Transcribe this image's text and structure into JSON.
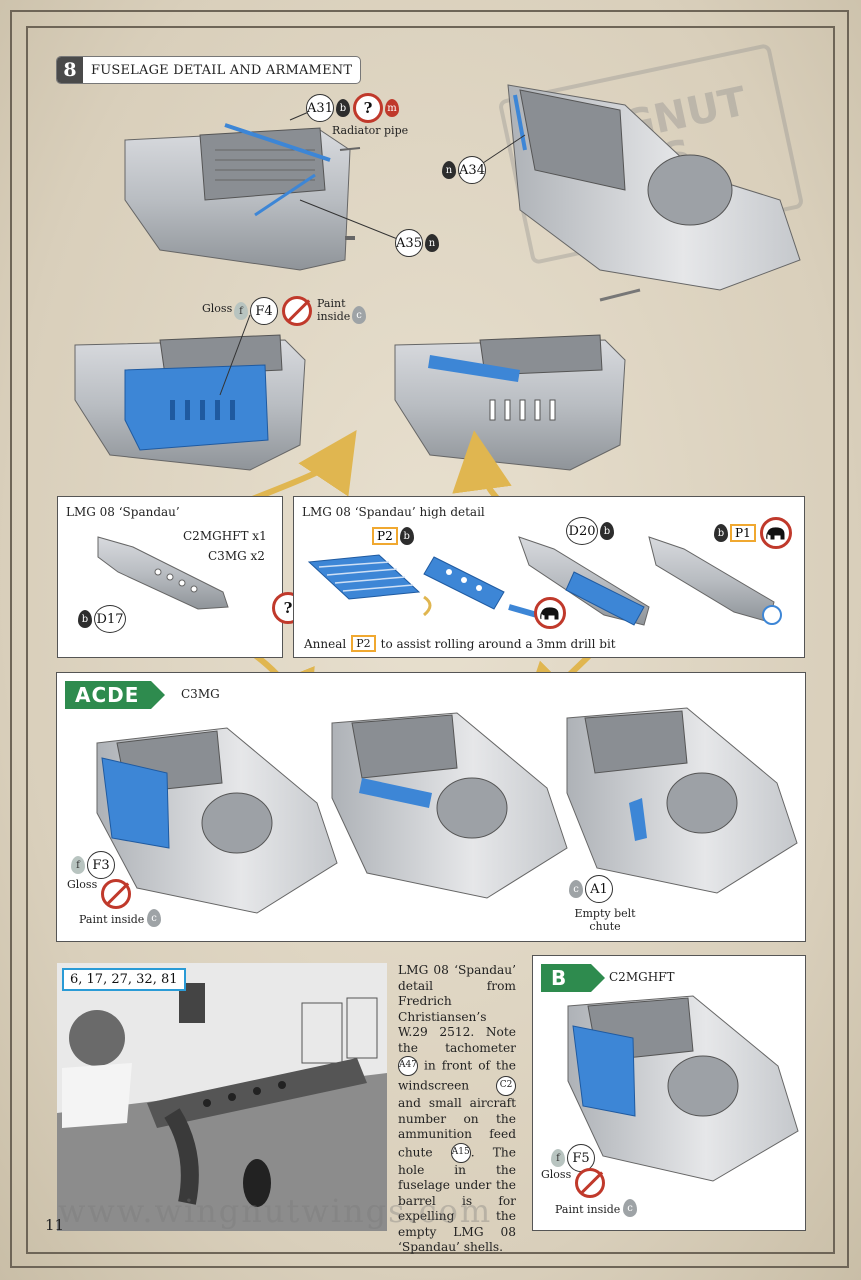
{
  "step": {
    "number": "8",
    "title": "FUSELAGE DETAIL AND ARMAMENT"
  },
  "stamp": {
    "text": "WINGNUT WINGS"
  },
  "callouts": {
    "a31": {
      "part": "A31",
      "paint1": "b",
      "paint2": "m",
      "note": "Radiator pipe"
    },
    "a34": {
      "paint": "n",
      "part": "A34"
    },
    "a35": {
      "part": "A35",
      "paint": "n"
    },
    "f4": {
      "gloss_label": "Gloss",
      "gloss_paint": "f",
      "part": "F4",
      "paint_inside_label": "Paint inside",
      "paint_inside_code": "c"
    }
  },
  "lmg_box": {
    "title": "LMG 08 ‘Spandau’",
    "line1": "C2MGHFT x1",
    "line2": "C3MG x2",
    "part_paint": "b",
    "part": "D17"
  },
  "lmg_hd_box": {
    "title": "LMG 08 ‘Spandau’ high detail",
    "p2_part": "P2",
    "p2_paint": "b",
    "d20_part": "D20",
    "d20_paint": "b",
    "p1_paint": "b",
    "p1_part": "P1",
    "anneal_text_pre": "Anneal",
    "anneal_tag": "P2",
    "anneal_text_post": "to assist rolling around a 3mm drill bit"
  },
  "question_mark": "?",
  "acde_panel": {
    "tag": "ACDE",
    "variant": "C3MG",
    "f3_paint": "f",
    "f3_part": "F3",
    "f3_gloss": "Gloss",
    "f3_paint_inside": "Paint inside",
    "f3_paint_inside_code": "c",
    "a1_paint": "c",
    "a1_part": "A1",
    "a1_note": "Empty belt chute"
  },
  "photo": {
    "label": "6, 17, 27, 32, 81"
  },
  "description": {
    "p1": "LMG 08 ‘Spandau’ detail from Fredrich Christiansen’s W.29 2512. Note the tachometer",
    "ref1": "A47",
    "p2": "in front of the windscreen",
    "ref2": "C2",
    "p3": "and small aircraft number on the ammunition feed chute",
    "ref3": "A15",
    "p4": ". The hole in the fuselage under the barrel is for expelling the empty LMG 08 ‘Spandau’ shells."
  },
  "b_panel": {
    "tag": "B",
    "variant": "C2MGHFT",
    "f5_paint": "f",
    "f5_part": "F5",
    "f5_gloss": "Gloss",
    "f5_paint_inside": "Paint inside",
    "f5_paint_inside_code": "c"
  },
  "watermark": "www.wingnutwings.com",
  "page_number": "11",
  "colors": {
    "part_highlight": "#3d86d6",
    "accent_red": "#c0392b",
    "brand_green": "#2e8b4e",
    "arrow_gold": "#e0b650"
  }
}
